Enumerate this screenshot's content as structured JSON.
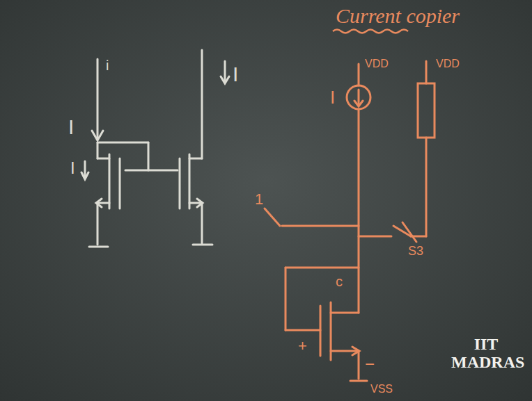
{
  "diagram": {
    "title": "Current copier",
    "labels": [
      "i",
      "I",
      "I",
      "I",
      "I",
      "VDD",
      "VDD",
      "1",
      "S3",
      "c",
      "+",
      "−",
      "VSS",
      "IIT MADRAS"
    ]
  }
}
